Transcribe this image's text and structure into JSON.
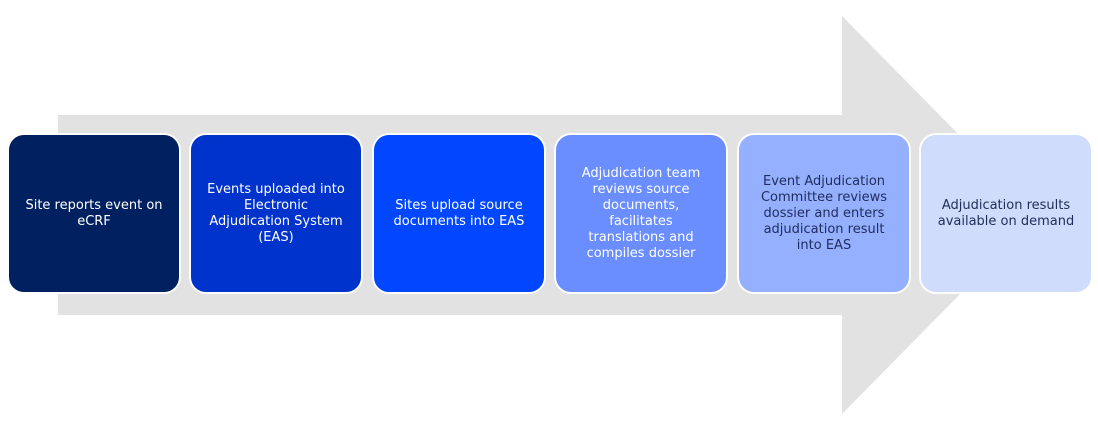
{
  "colors": {
    "arrow": "#e2e2e2",
    "step_fills": [
      "#002060",
      "#0033cc",
      "#0047ff",
      "#6a8dff",
      "#94b0ff",
      "#d0dcfb"
    ],
    "step_text": [
      "#ffffff",
      "#ffffff",
      "#ffffff",
      "#ffffff",
      "#1f2d5a",
      "#1f2d5a"
    ]
  },
  "steps": [
    {
      "label": "Site reports event on\neCRF"
    },
    {
      "label": "Events uploaded into\nElectronic\nAdjudication System\n(EAS)"
    },
    {
      "label": "Sites upload source\ndocuments into EAS"
    },
    {
      "label": "Adjudication team\nreviews source\ndocuments,\nfacilitates\ntranslations and\ncompiles dossier"
    },
    {
      "label": "Event Adjudication\nCommittee reviews\ndossier and enters\nadjudication result\ninto EAS"
    },
    {
      "label": "Adjudication results\navailable on demand"
    }
  ]
}
